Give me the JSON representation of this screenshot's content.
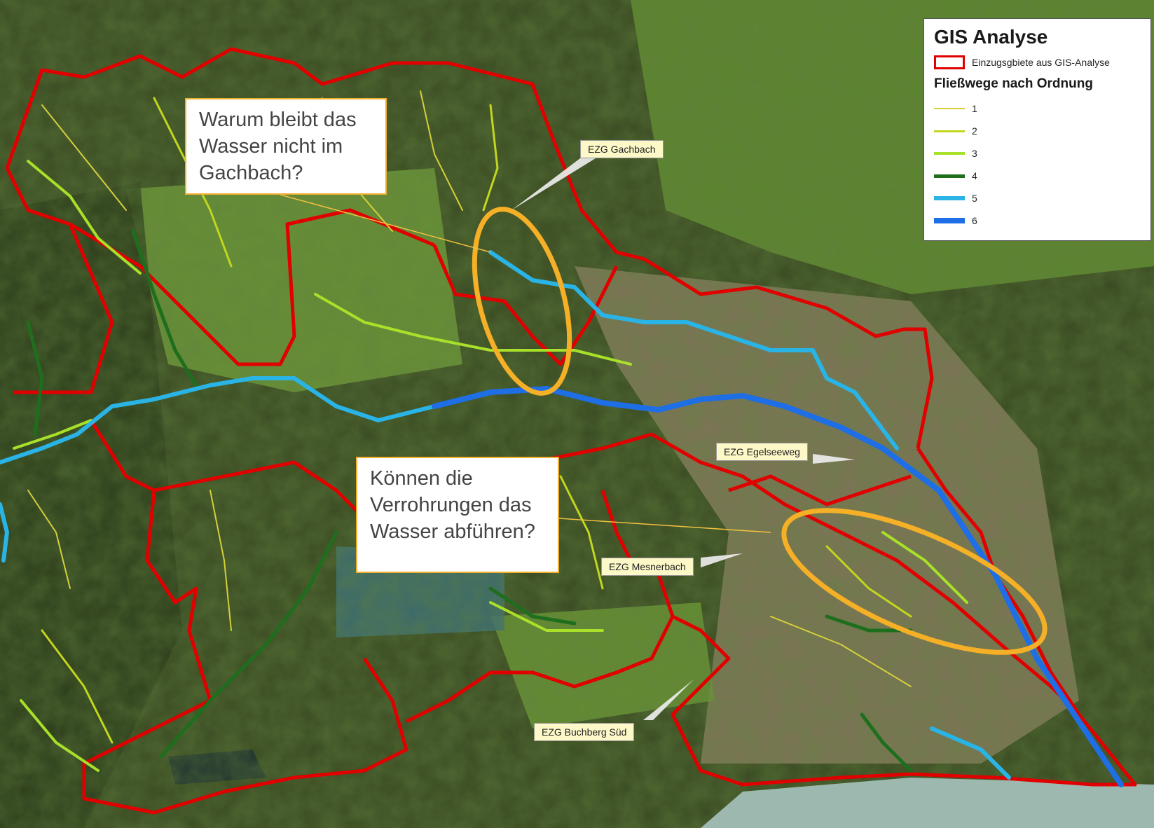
{
  "legend": {
    "title": "GIS Analyse",
    "ezg_label": "Einzugsgbiete aus GIS-Analyse",
    "ezg_color": "#e00000",
    "flow_title": "Fließwege nach Ordnung",
    "flow_orders": [
      {
        "label": "1",
        "color": "#d4cf3a"
      },
      {
        "label": "2",
        "color": "#c2d61e"
      },
      {
        "label": "3",
        "color": "#a8e02a"
      },
      {
        "label": "4",
        "color": "#1e6e1e"
      },
      {
        "label": "5",
        "color": "#2ab4e6"
      },
      {
        "label": "6",
        "color": "#1e6ee6"
      }
    ]
  },
  "callouts": [
    {
      "text": "Warum bleibt das Wasser nicht im Gachbach?"
    },
    {
      "text": "Können die Verrohrungen das Wasser abführen?"
    }
  ],
  "labels": {
    "gachbach": "EZG Gachbach",
    "egelseeweg": "EZG Egelseeweg",
    "mesnerbach": "EZG Mesnerbach",
    "buchberg": "EZG Buchberg Süd"
  },
  "colors": {
    "boundary": "#e00000",
    "highlight": "#f5b027",
    "forest": "#2c3a1c",
    "meadow": "#6d9a36",
    "river": "#8fb0a8"
  }
}
